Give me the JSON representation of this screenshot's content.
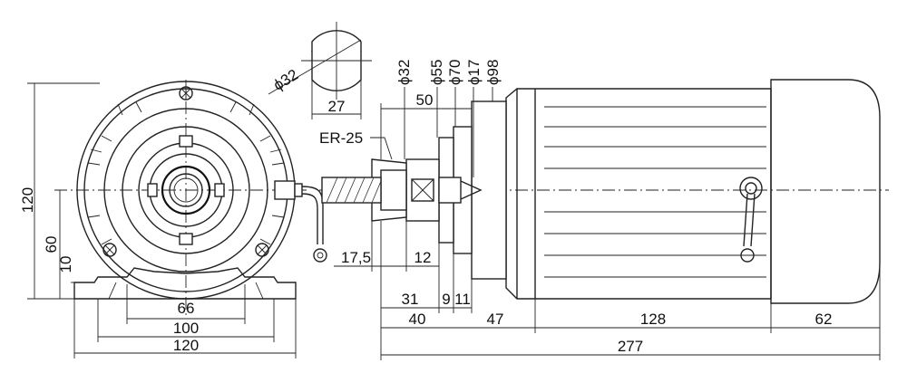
{
  "front_view": {
    "dim_height_total": "120",
    "dim_axis_height": "60",
    "dim_foot_height": "10",
    "dim_base_inner": "66",
    "dim_base_mid": "100",
    "dim_base_outer": "120"
  },
  "shaft_section": {
    "dim_diameter": "ϕ32",
    "dim_flat": "27"
  },
  "side_view": {
    "collet_label": "ER-25",
    "dia_labels": [
      "ϕ32",
      "ϕ55",
      "ϕ70",
      "ϕ17",
      "ϕ98"
    ],
    "dim_50": "50",
    "dim_17_5": "17,5",
    "dim_12": "12",
    "dim_31": "31",
    "dim_9": "9",
    "dim_11": "11",
    "dim_40": "40",
    "dim_47": "47",
    "dim_128": "128",
    "dim_62": "62",
    "dim_total": "277"
  }
}
